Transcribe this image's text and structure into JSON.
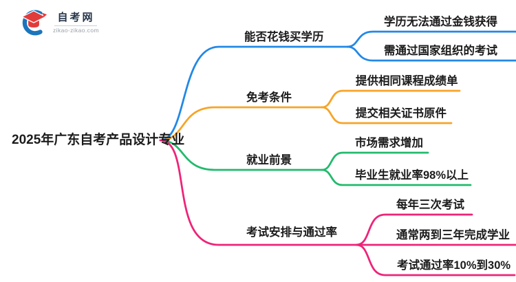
{
  "logo": {
    "site_name": "自考网",
    "site_url": "zikao-zikao.com"
  },
  "mindmap": {
    "root": "2025年广东自考产品设计专业",
    "branches": [
      {
        "label": "能否花钱买学历",
        "color": "#2288E6",
        "children": [
          "学历无法通过金钱获得",
          "需通过国家组织的考试"
        ]
      },
      {
        "label": "免考条件",
        "color": "#F7A426",
        "children": [
          "提供相同课程成绩单",
          "提交相关证书原件"
        ]
      },
      {
        "label": "就业前景",
        "color": "#21BA6C",
        "children": [
          "市场需求增加",
          "毕业生就业率98%以上"
        ]
      },
      {
        "label": "考试安排与通过率",
        "color": "#EE2478",
        "children": [
          "每年三次考试",
          "通常两到三年完成学业",
          "考试通过率10%到30%"
        ]
      }
    ]
  },
  "colors": {
    "text": "#1C1C1C",
    "logo_text": "#253449",
    "logo_url": "#9AA0A8",
    "logo_blue": "#1B75BC",
    "logo_red": "#E23B3B",
    "background": "#FFFFFF"
  }
}
